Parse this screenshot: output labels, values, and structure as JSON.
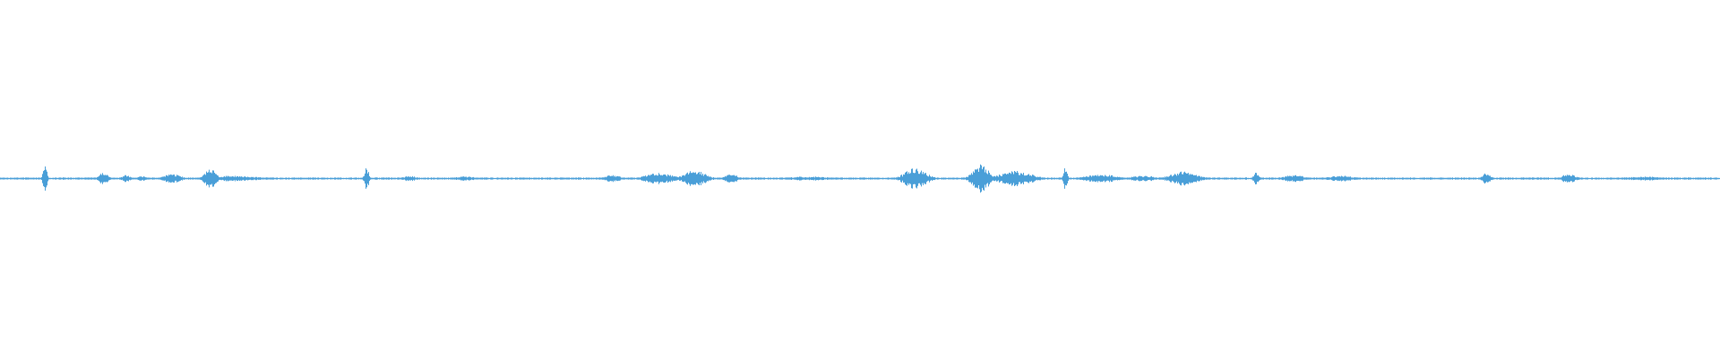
{
  "waveform": {
    "color": "#4a9fd8",
    "background": "#ffffff",
    "bursts": [
      {
        "at": 0.026,
        "spread": 0.0015,
        "peak": 0.04
      },
      {
        "at": 0.06,
        "spread": 0.003,
        "peak": 0.018
      },
      {
        "at": 0.073,
        "spread": 0.003,
        "peak": 0.01
      },
      {
        "at": 0.082,
        "spread": 0.003,
        "peak": 0.008
      },
      {
        "at": 0.1,
        "spread": 0.006,
        "peak": 0.014
      },
      {
        "at": 0.122,
        "spread": 0.004,
        "peak": 0.03
      },
      {
        "at": 0.135,
        "spread": 0.02,
        "peak": 0.008
      },
      {
        "at": 0.213,
        "spread": 0.0015,
        "peak": 0.036
      },
      {
        "at": 0.238,
        "spread": 0.005,
        "peak": 0.008
      },
      {
        "at": 0.27,
        "spread": 0.008,
        "peak": 0.006
      },
      {
        "at": 0.356,
        "spread": 0.006,
        "peak": 0.01
      },
      {
        "at": 0.383,
        "spread": 0.01,
        "peak": 0.016
      },
      {
        "at": 0.404,
        "spread": 0.008,
        "peak": 0.024
      },
      {
        "at": 0.425,
        "spread": 0.005,
        "peak": 0.012
      },
      {
        "at": 0.47,
        "spread": 0.015,
        "peak": 0.006
      },
      {
        "at": 0.532,
        "spread": 0.008,
        "peak": 0.03
      },
      {
        "at": 0.57,
        "spread": 0.006,
        "peak": 0.04
      },
      {
        "at": 0.59,
        "spread": 0.012,
        "peak": 0.022
      },
      {
        "at": 0.619,
        "spread": 0.0015,
        "peak": 0.03
      },
      {
        "at": 0.64,
        "spread": 0.012,
        "peak": 0.012
      },
      {
        "at": 0.665,
        "spread": 0.01,
        "peak": 0.008
      },
      {
        "at": 0.688,
        "spread": 0.01,
        "peak": 0.02
      },
      {
        "at": 0.73,
        "spread": 0.002,
        "peak": 0.018
      },
      {
        "at": 0.752,
        "spread": 0.008,
        "peak": 0.01
      },
      {
        "at": 0.78,
        "spread": 0.01,
        "peak": 0.008
      },
      {
        "at": 0.864,
        "spread": 0.003,
        "peak": 0.016
      },
      {
        "at": 0.912,
        "spread": 0.005,
        "peak": 0.014
      },
      {
        "at": 0.955,
        "spread": 0.015,
        "peak": 0.006
      }
    ]
  }
}
